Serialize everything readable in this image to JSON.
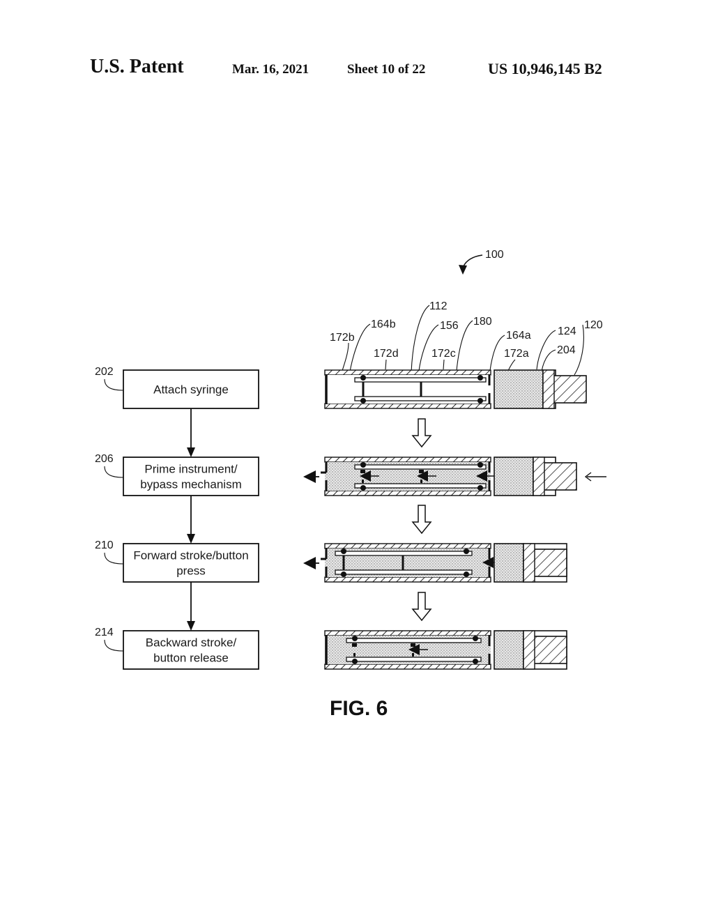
{
  "header": {
    "title": "U.S. Patent",
    "date": "Mar. 16, 2021",
    "sheet": "Sheet 10 of 22",
    "patent_number": "US 10,946,145 B2"
  },
  "figure": {
    "caption": "FIG. 6",
    "device_ref": "100",
    "flowchart": [
      {
        "ref": "202",
        "lines": [
          "Attach syringe"
        ]
      },
      {
        "ref": "206",
        "lines": [
          "Prime instrument/",
          "bypass mechanism"
        ]
      },
      {
        "ref": "210",
        "lines": [
          "Forward stroke/button",
          "press"
        ]
      },
      {
        "ref": "214",
        "lines": [
          "Backward stroke/",
          "button release"
        ]
      }
    ],
    "reference_labels": {
      "r112": "112",
      "r164b": "164b",
      "r156": "156",
      "r180": "180",
      "r172b": "172b",
      "r164a": "164a",
      "r124": "124",
      "r120": "120",
      "r172d": "172d",
      "r172c": "172c",
      "r172a": "172a",
      "r204": "204"
    },
    "stages": [
      "attach-syringe",
      "prime",
      "forward-stroke",
      "backward-stroke"
    ]
  }
}
